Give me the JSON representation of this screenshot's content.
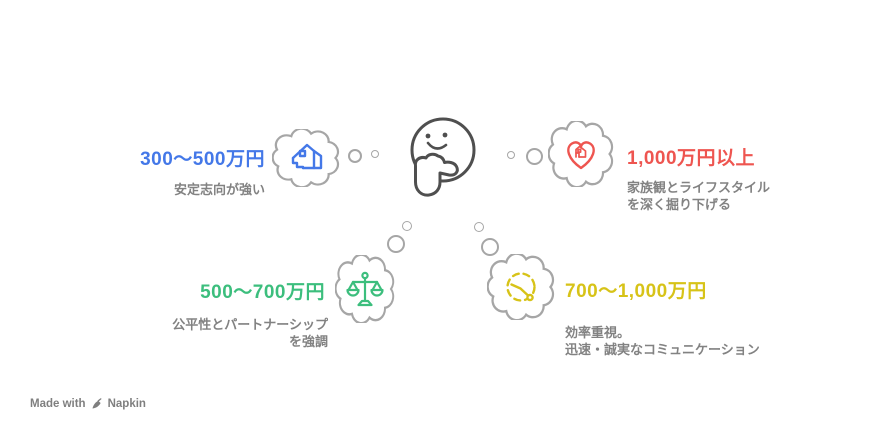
{
  "colors": {
    "blue": "#4478e8",
    "red": "#ee5550",
    "green": "#3cbe7d",
    "yellow": "#d7c318",
    "description_gray": "#828282",
    "outline_gray": "#a6a6a6",
    "face_gray": "#4f4f4f"
  },
  "center": {
    "icon": "thinking-face-icon"
  },
  "nodes": {
    "top_left": {
      "amount": "300〜500万円",
      "desc_line1": "安定志向が強い",
      "icon": "house-icon",
      "color": "#4478e8"
    },
    "top_right": {
      "amount": "1,000万円以上",
      "desc_line1": "家族観とライフスタイル",
      "desc_line2": "を深く掘り下げる",
      "icon": "heart-icon",
      "color": "#ee5550"
    },
    "bottom_left": {
      "amount": "500〜700万円",
      "desc_line1": "公平性とパートナーシップ",
      "desc_line2": "を強調",
      "icon": "scales-icon",
      "color": "#3cbe7d"
    },
    "bottom_right": {
      "amount": "700〜1,000万円",
      "desc_line1": "効率重視。",
      "desc_line2": "迅速・誠実なコミュニケーション",
      "icon": "clock-icon",
      "color": "#d7c318"
    }
  },
  "footer": {
    "made_with": "Made with",
    "brand": "Napkin"
  }
}
